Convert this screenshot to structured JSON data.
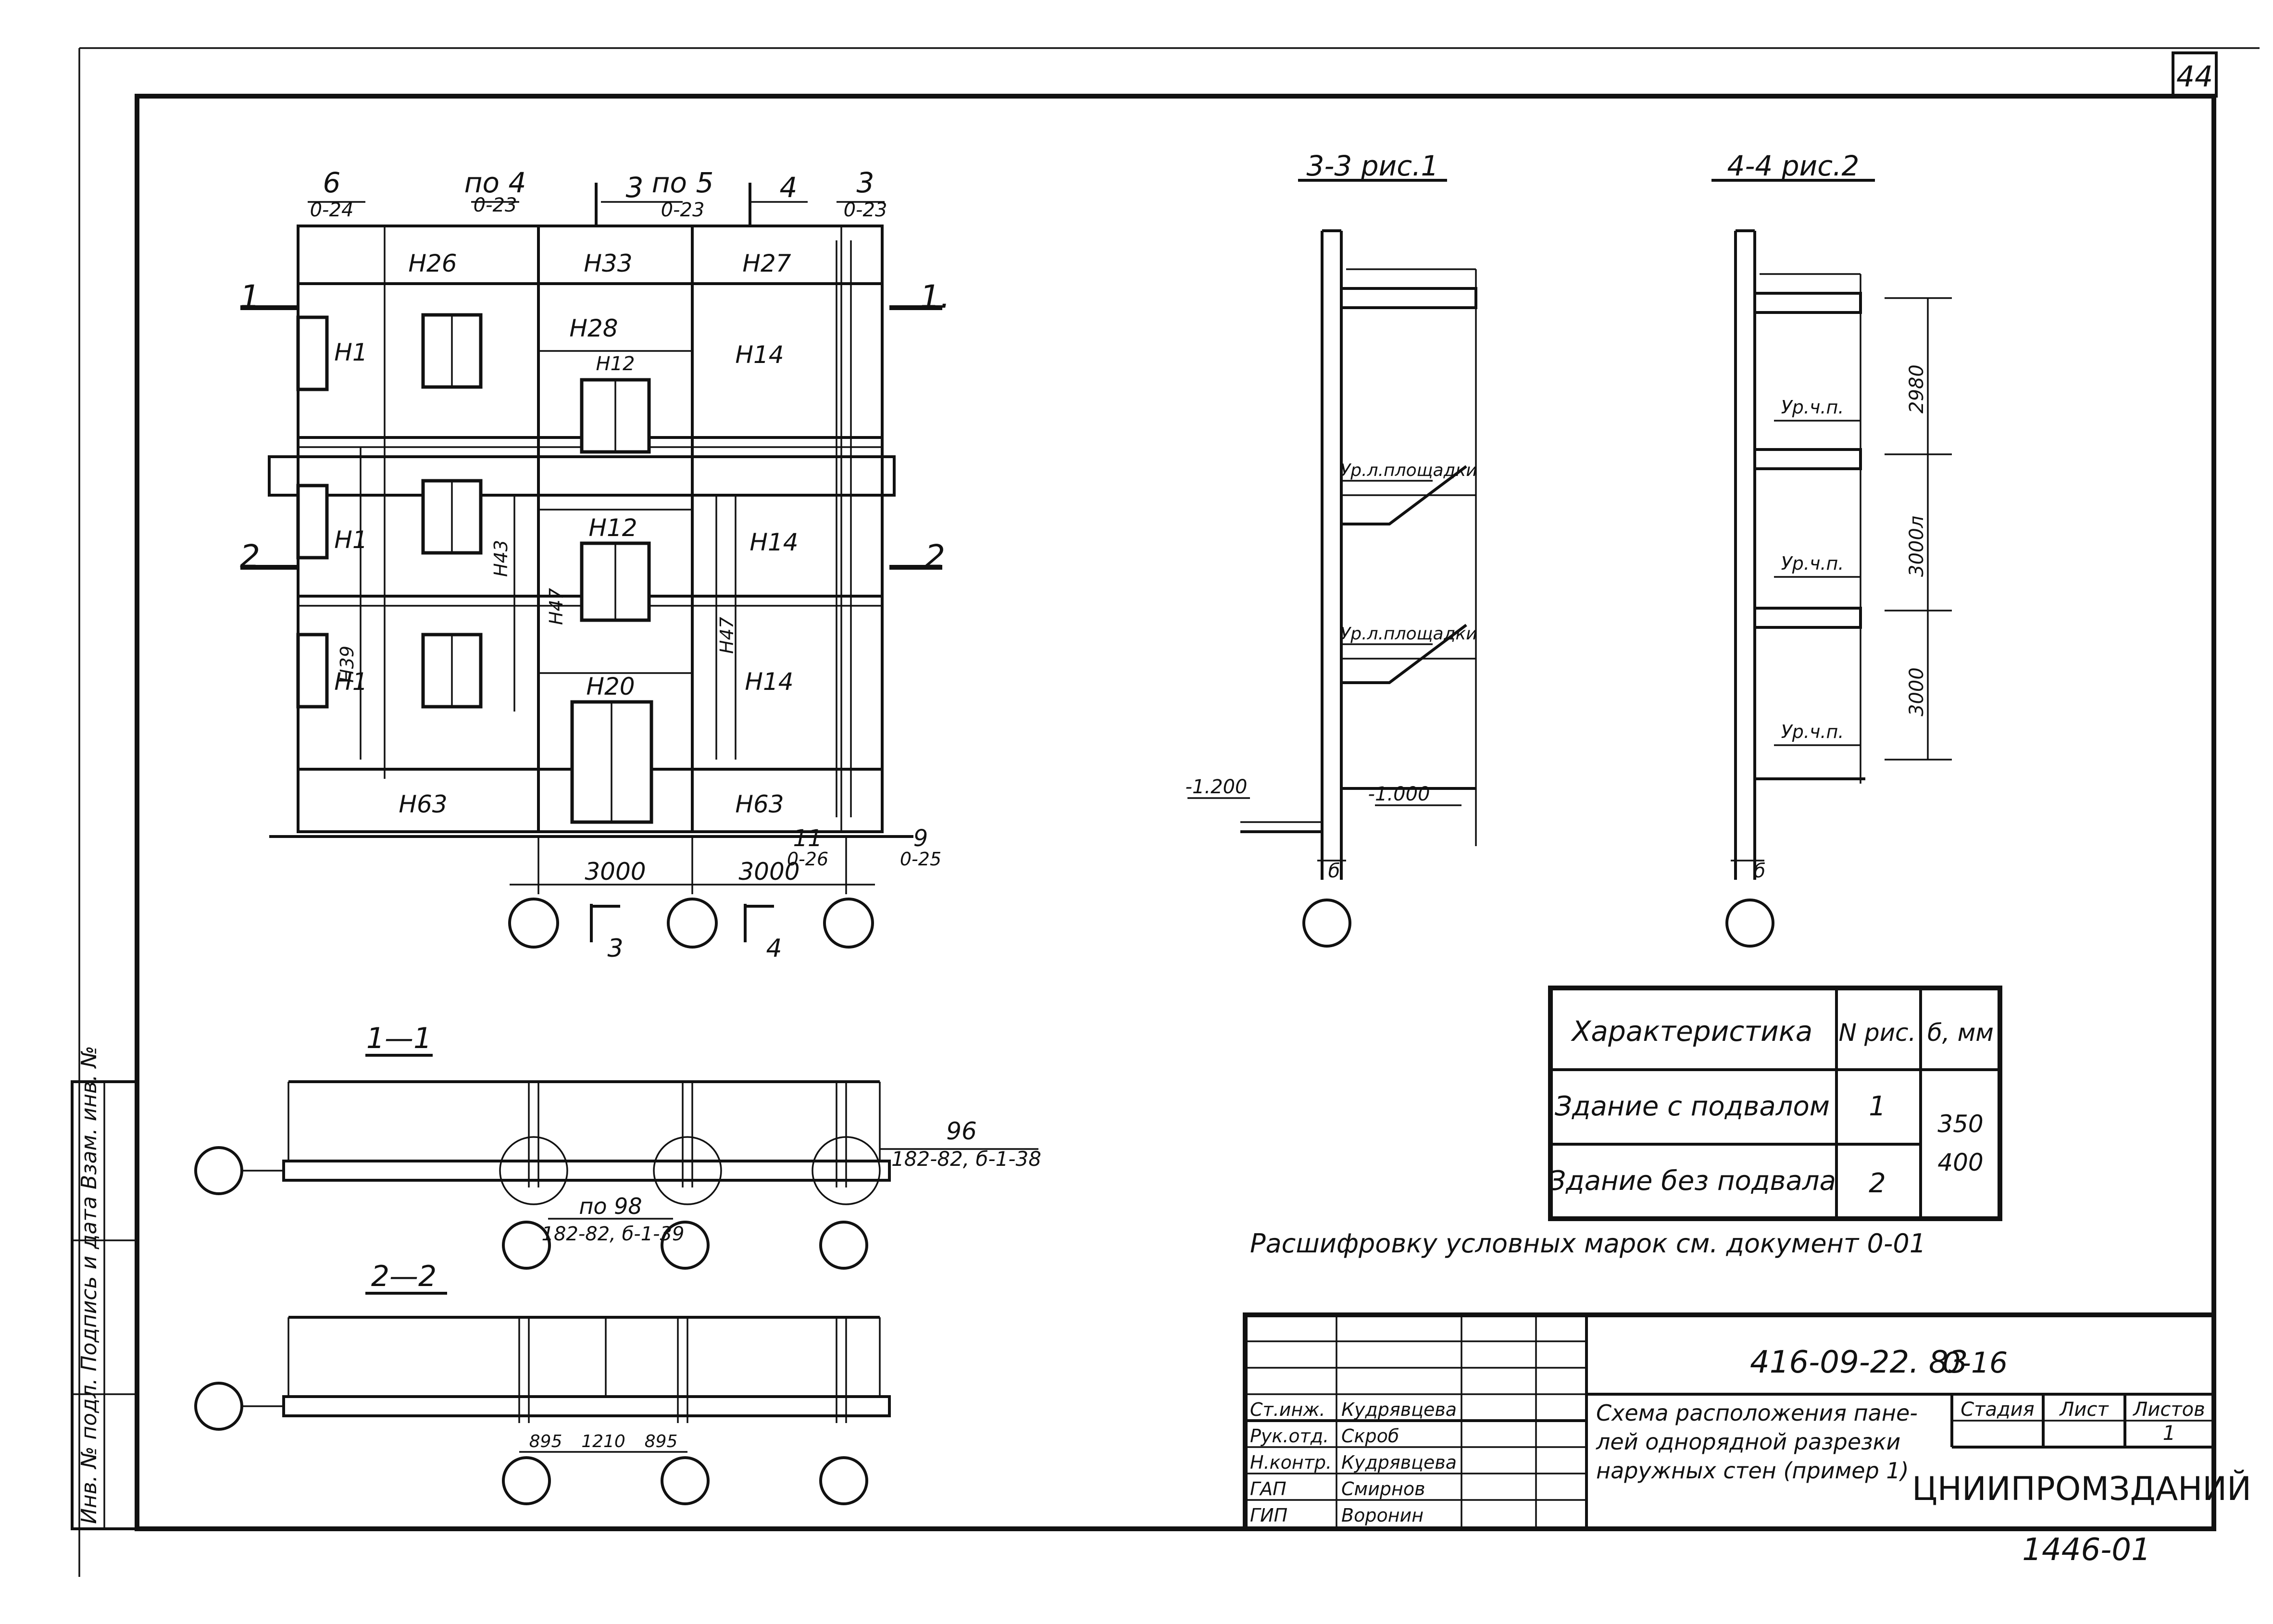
{
  "sheet": {
    "number": "44"
  },
  "facade": {
    "top_markers": [
      {
        "label": "6",
        "sub": "0-24"
      },
      {
        "label": "по 4",
        "sub": "0-23"
      },
      {
        "label": "3",
        "sub": ""
      },
      {
        "label": "по 5",
        "sub": "0-23"
      },
      {
        "label": "4",
        "sub": ""
      },
      {
        "label": "3",
        "sub": "0-23"
      }
    ],
    "panels": [
      "Н26",
      "Н33",
      "Н27",
      "Н1",
      "Н28",
      "Н12",
      "Н14",
      "Н1",
      "Н12",
      "Н14",
      "Н1",
      "Н20",
      "Н14",
      "Н63",
      "Н63"
    ],
    "vertical_panels": [
      "Н39",
      "Н43",
      "Н47",
      "Н47"
    ],
    "cut_marks": {
      "left_1": "1",
      "right_1": "1.",
      "left_2": "2",
      "right_2": "2"
    },
    "dims": [
      "3000",
      "3000"
    ],
    "bottom_markers": [
      {
        "label": "11",
        "sub": "0-26"
      },
      {
        "label": "9",
        "sub": "0-25"
      }
    ],
    "section_arrows": [
      "3",
      "4"
    ]
  },
  "plans": {
    "plan1": {
      "title": "1—1",
      "callout_a": {
        "label": "96",
        "ref": "182-82, б-1-38"
      },
      "callout_b": {
        "label": "по 98",
        "ref": "182-82, б-1-39"
      }
    },
    "plan2": {
      "title": "2—2",
      "dims": [
        "895",
        "1210",
        "895"
      ]
    }
  },
  "sections": {
    "s3": {
      "title": "3-3 рис.1",
      "labels": [
        "Ур.л.площадки",
        "Ур.л.площадки"
      ],
      "levels": [
        "-1.200",
        "-1.000"
      ],
      "dim": "б"
    },
    "s4": {
      "title": "4-4 рис.2",
      "labels": [
        "Ур.ч.п.",
        "Ур.ч.п.",
        "Ур.ч.п."
      ],
      "dims": [
        "2980",
        "3000л",
        "3000"
      ],
      "dim_b": "б"
    }
  },
  "spec_table": {
    "headers": [
      "Характеристика",
      "N рис.",
      "б, мм"
    ],
    "rows": [
      {
        "name": "Здание с подвалом",
        "fig": "1",
        "val": "350"
      },
      {
        "name": "Здание без подвала",
        "fig": "2",
        "val": "400"
      }
    ]
  },
  "note": "Расшифровку условных марок см. документ 0-01",
  "stamp_left": {
    "text": "Инв. № подл.  Подпись и дата  Взам. инв. №"
  },
  "title_block": {
    "code": "416-09-22. 83",
    "doc": "0-16",
    "roles": [
      {
        "role": "Рук.отд.",
        "name": "Скроб"
      },
      {
        "role": "Н.контр.",
        "name": "Кудрявцева"
      },
      {
        "role": "ГАП",
        "name": "Смирнов"
      },
      {
        "role": "ГИП",
        "name": "Воронин"
      },
      {
        "role": "Ст.инж.",
        "name": "Кудрявцева"
      }
    ],
    "description": [
      "Схема расположения пане-",
      "лей однорядной разрезки",
      "наружных стен (пример 1)"
    ],
    "stage_headers": [
      "Стадия",
      "Лист",
      "Листов"
    ],
    "sheet_value": "1",
    "org": "ЦНИИПРОМЗДАНИЙ",
    "footer_code": "1446-01"
  }
}
